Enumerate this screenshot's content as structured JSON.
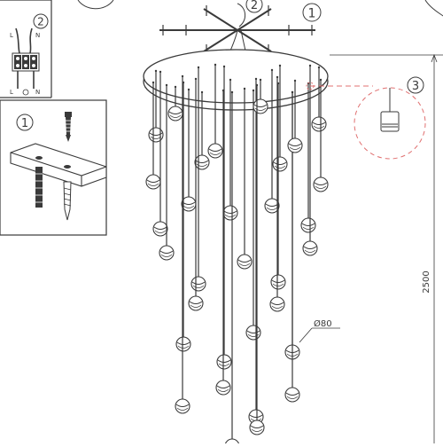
{
  "callouts": {
    "c1_top": "1",
    "c2_top": "2",
    "c3": "3",
    "c1_panel": "1",
    "c2_panel": "2"
  },
  "terminal_block": {
    "l_top": "L",
    "n_top": "N",
    "l_bottom": "L",
    "n_bottom": "N"
  },
  "dimensions": {
    "height": "2500",
    "diameter": "Ø80"
  },
  "colors": {
    "line": "#3a3a3a",
    "leader_red": "#e07070",
    "pendant_fill": "#ffffff"
  },
  "icons": [
    "screw-icon",
    "anchor-bolt-icon",
    "wall-plug-icon",
    "terminal-block-icon",
    "pendant-globe-icon"
  ]
}
